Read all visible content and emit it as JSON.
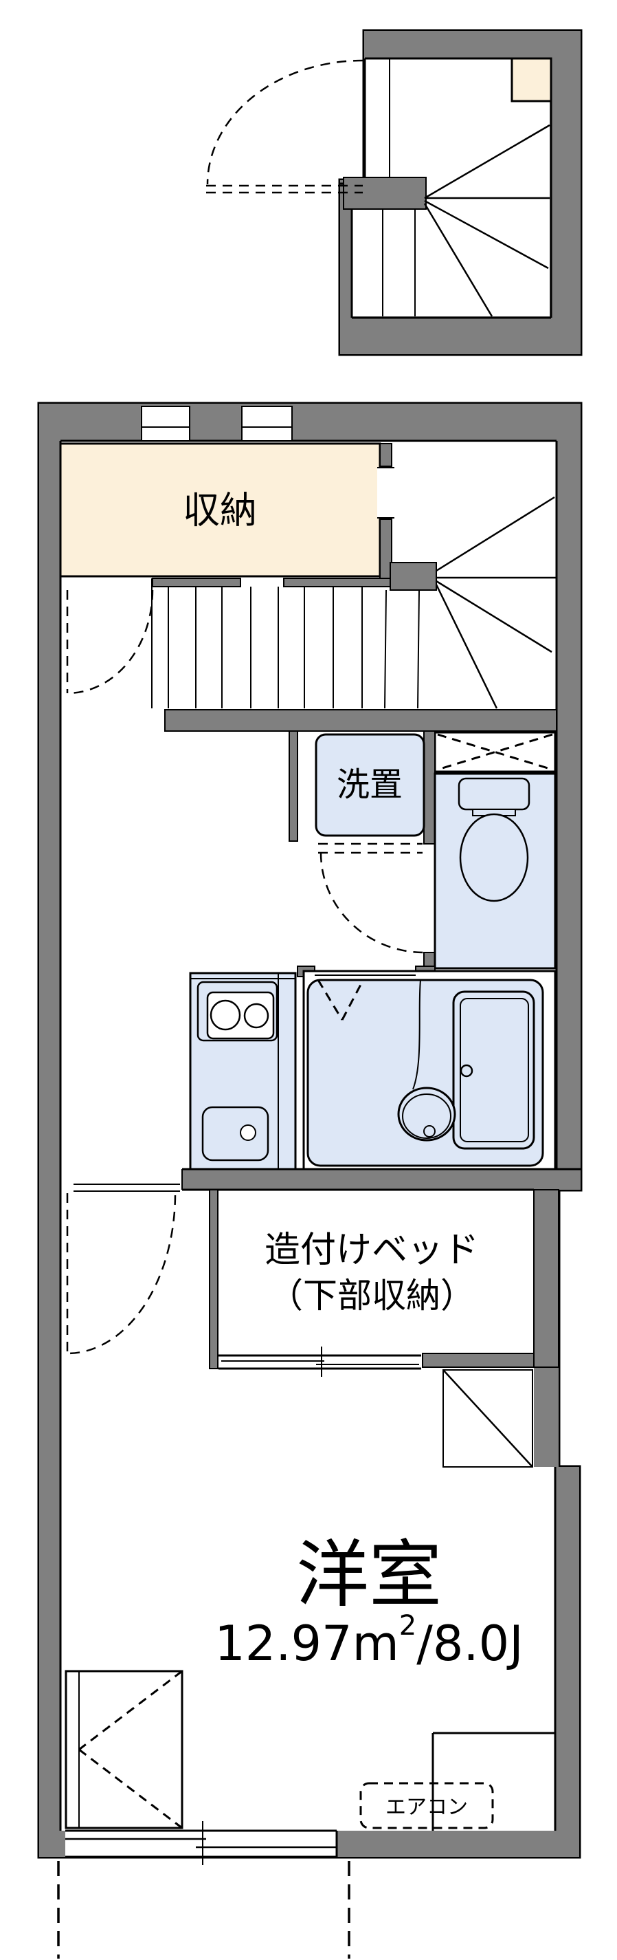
{
  "document": {
    "type": "japanese-apartment-floor-plan",
    "floors": [
      "entry-stairwell",
      "main-unit"
    ]
  },
  "labels": {
    "storage": "収納",
    "laundry": "洗置",
    "built_in_bed_line1": "造付けベッド",
    "built_in_bed_line2": "（下部収納）",
    "western_room": "洋室",
    "area_prefix": "12.97m",
    "area_sup": "2",
    "area_suffix": "/8.0J",
    "aircon": "エアコン"
  },
  "rooms": [
    {
      "name": "収納",
      "meaning": "storage closet"
    },
    {
      "name": "洗置",
      "meaning": "washing machine space"
    },
    {
      "name": "トイレ",
      "meaning": "toilet (fixture drawn, unlabeled)"
    },
    {
      "name": "浴室",
      "meaning": "unit bath with tub and basin (drawn, unlabeled)"
    },
    {
      "name": "キッチン",
      "meaning": "kitchen counter with 2-burner stove and sink (drawn, unlabeled)"
    },
    {
      "name": "造付けベッド（下部収納）",
      "meaning": "built-in bed with storage underneath"
    },
    {
      "name": "洋室",
      "area_m2": "12.97",
      "area_jo": "8.0"
    }
  ],
  "colors": {
    "wall_gray": "#808080",
    "storage_cream": "#fcf0da",
    "fixture_blue": "#dde7f6",
    "line_black": "#000000",
    "background": "#ffffff"
  }
}
